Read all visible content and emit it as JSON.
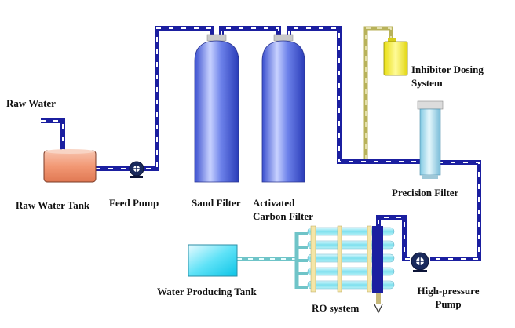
{
  "labels": {
    "raw_water": "Raw Water",
    "raw_water_tank": "Raw Water Tank",
    "feed_pump": "Feed Pump",
    "sand_filter": "Sand Filter",
    "activated_carbon_filter_l1": "Activated",
    "activated_carbon_filter_l2": "Carbon Filter",
    "inhibitor_dosing_l1": "Inhibitor Dosing",
    "inhibitor_dosing_l2": "System",
    "precision_filter": "Precision Filter",
    "high_pressure_pump_l1": "High-pressure",
    "high_pressure_pump_l2": "Pump",
    "water_producing_tank": "Water Producing Tank",
    "ro_system": "RO system"
  },
  "colors": {
    "pipe": "#1b1fa0",
    "pipe_dash": "#ffffff",
    "dosing_line": "#b8b25a",
    "product_line": "#6fc4c8",
    "raw_tank": "#f3a689",
    "vessel_body": "#5d75e6",
    "precision_body": "#9fd8ea",
    "dosing_tank": "#f3ec2a",
    "product_tank": "#20d6f0",
    "ro_tube": "#9ee9f3",
    "ro_frame": "#f4e6a8"
  },
  "icons": [
    "pump-icon",
    "drain-arrow-icon"
  ]
}
